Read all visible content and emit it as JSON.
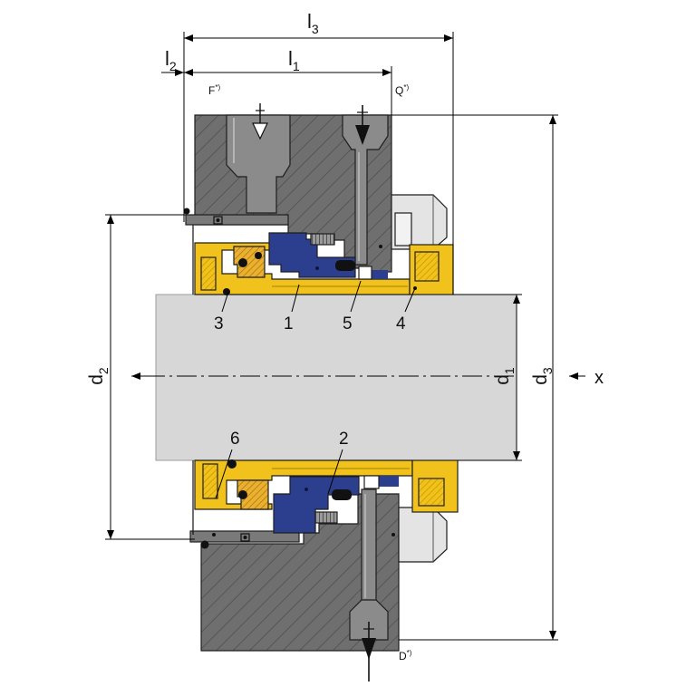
{
  "dimensions": {
    "l3": {
      "base": "l",
      "sub": "3"
    },
    "l2": {
      "base": "l",
      "sub": "2"
    },
    "l1": {
      "base": "l",
      "sub": "1"
    },
    "d2": {
      "base": "d",
      "sub": "2"
    },
    "d1": {
      "base": "d",
      "sub": "1"
    },
    "d3": {
      "base": "d",
      "sub": "3"
    }
  },
  "ports": {
    "F": {
      "label": "F",
      "note": "*)"
    },
    "Q": {
      "label": "Q",
      "note": "*)"
    },
    "D": {
      "label": "D",
      "note": "*)"
    }
  },
  "axis": {
    "label": "x"
  },
  "parts": {
    "p3": "3",
    "p1": "1",
    "p5": "5",
    "p4": "4",
    "p6": "6",
    "p2": "2"
  },
  "colors": {
    "housing": "#6f6f6f",
    "hatch": "#4b4b4b",
    "yellow": "#f1c21b",
    "yellow_dark": "#c99a00",
    "orange": "#eab030",
    "orange_dark": "#b07a10",
    "blue": "#2c3e8e",
    "shaft": "#d7d7d7",
    "port": "#8b8b8b",
    "nut": "#e4e4e4"
  }
}
